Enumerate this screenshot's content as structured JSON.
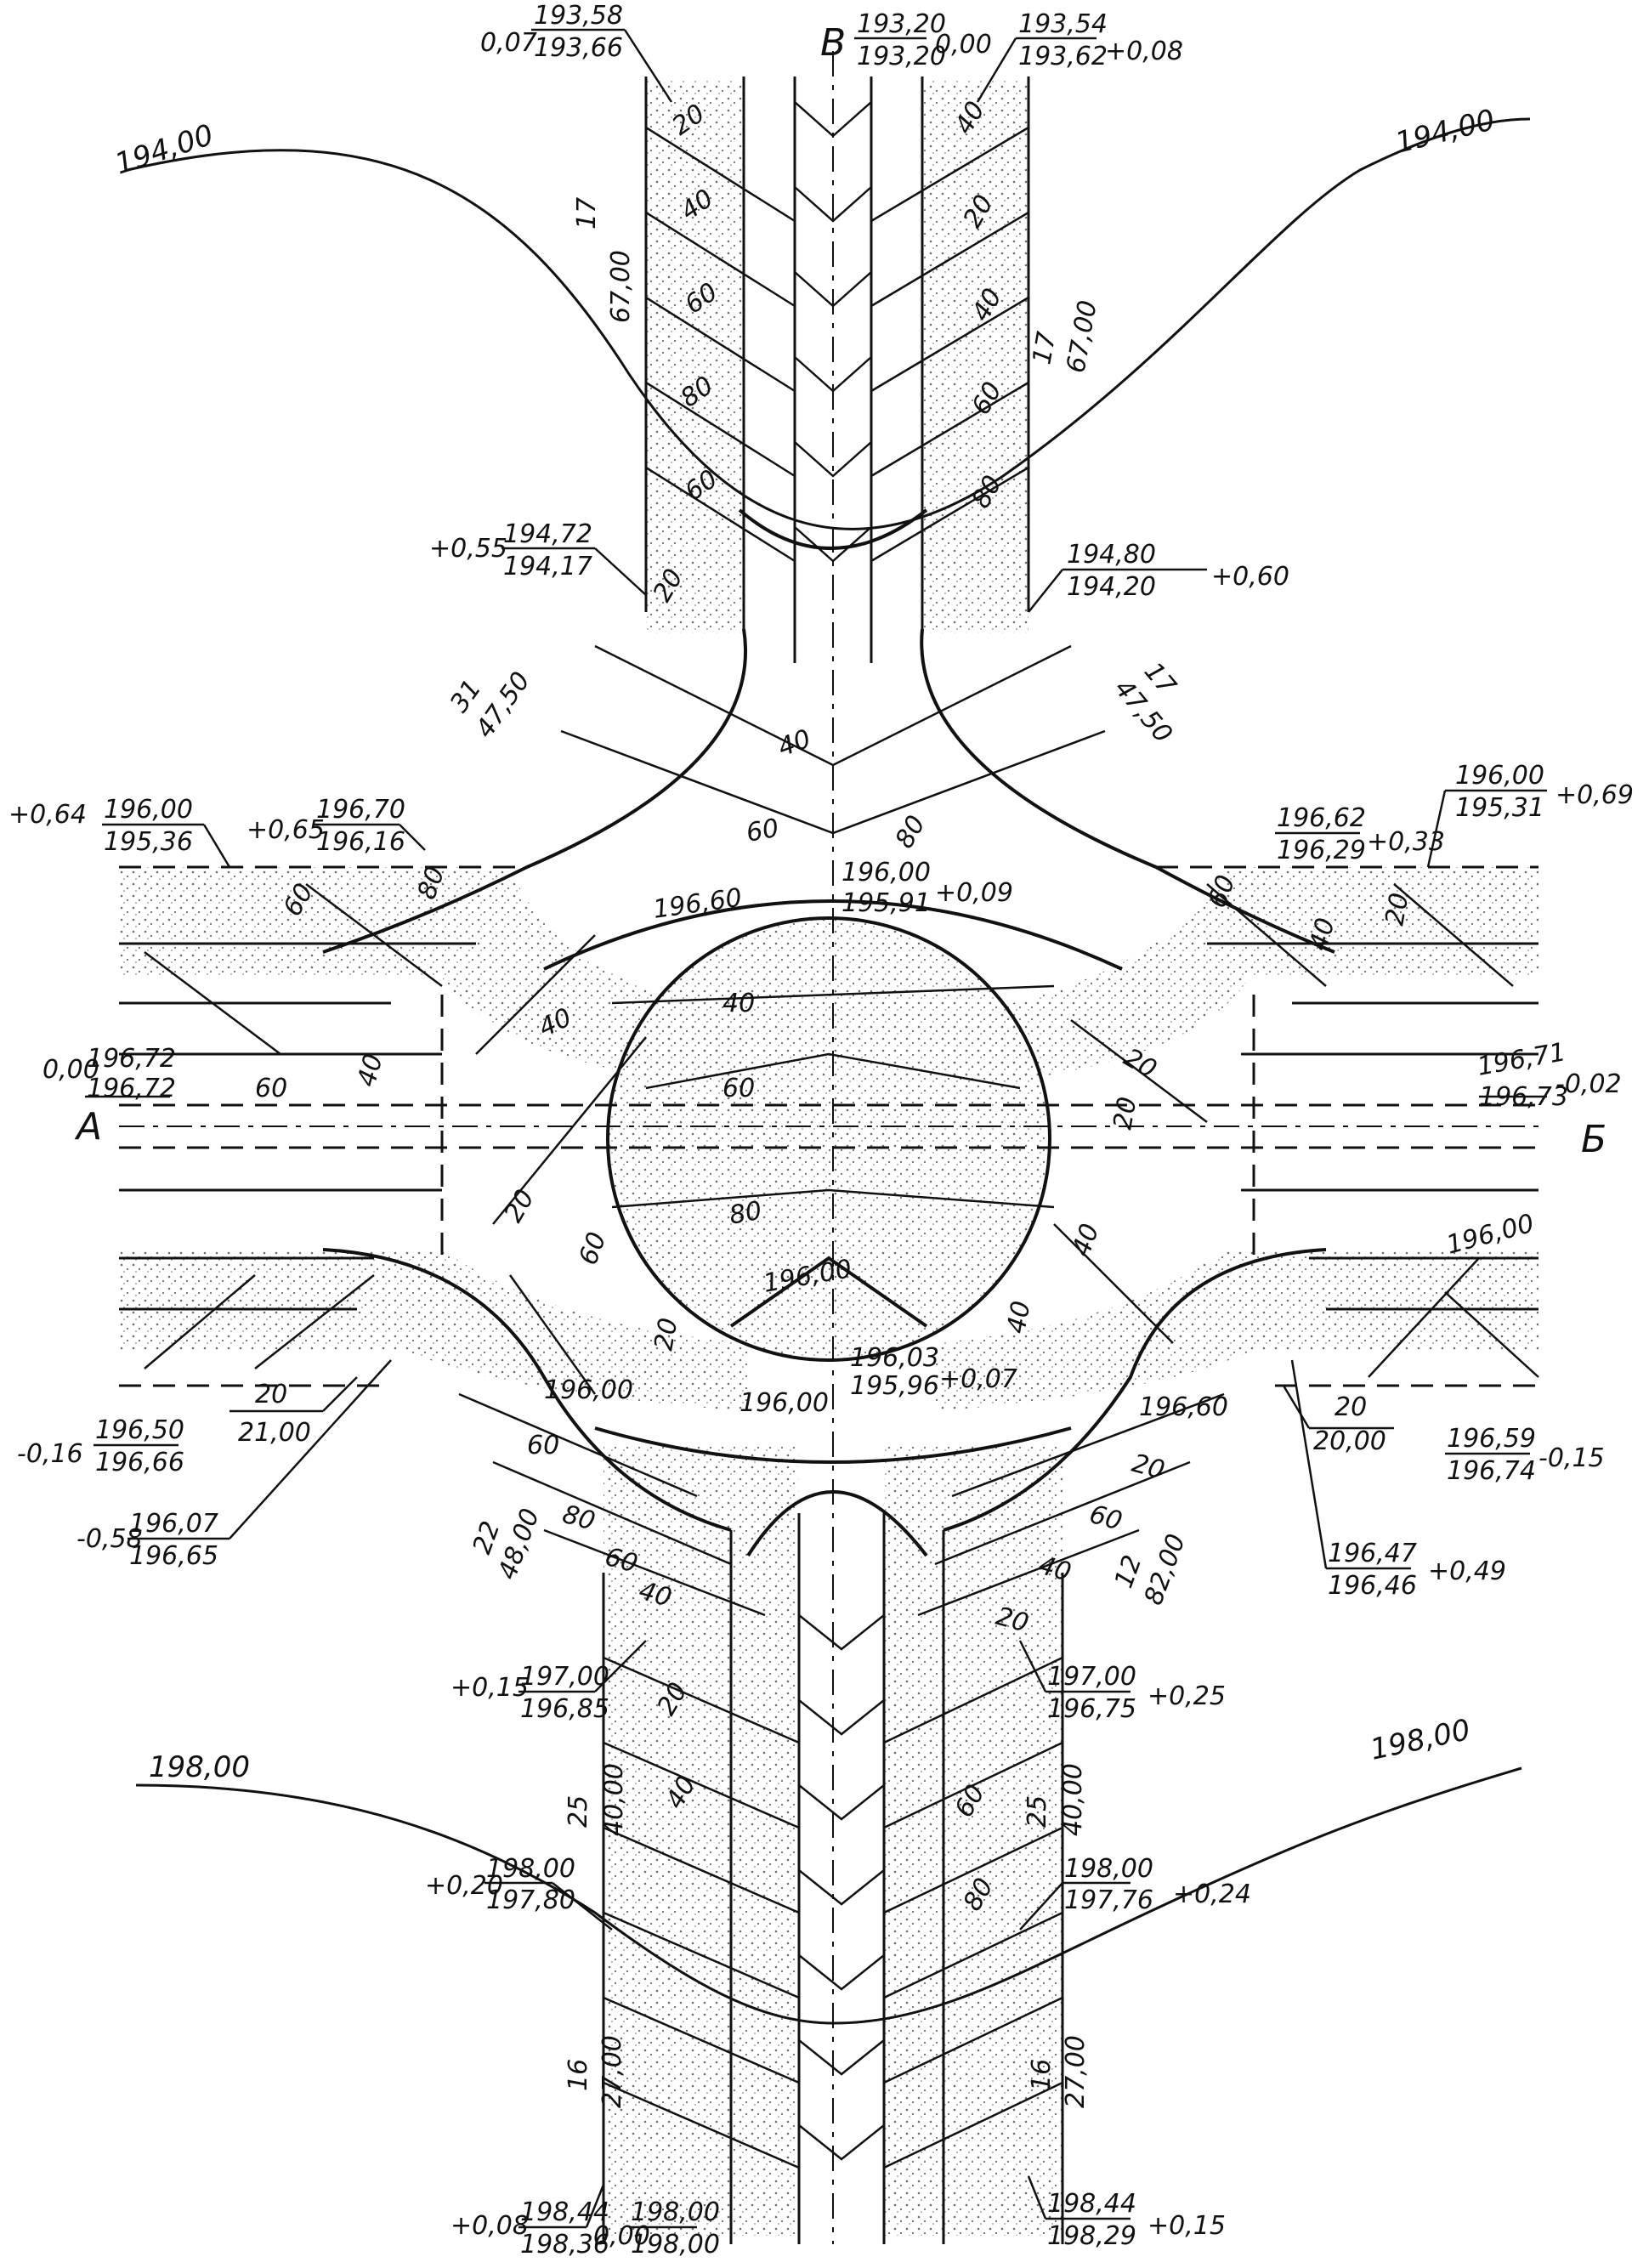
{
  "colors": {
    "ink": "#111111",
    "paper": "#ffffff",
    "stipple": "#6b6b6b"
  },
  "letters": {
    "a": "А",
    "b": "Б",
    "v": "В"
  },
  "contours": {
    "tl": "194,00",
    "tr": "194,00",
    "bl": "198,00",
    "br": "198,00"
  },
  "slopes": {
    "n1": "17",
    "n1v": "67,00",
    "n2": "17",
    "n2v": "67,00",
    "w1": "31",
    "w1v": "47,50",
    "e1": "17",
    "e1v": "47,50",
    "s1": "25",
    "s1v": "40,00",
    "s2": "25",
    "s2v": "40,00",
    "sw": "22",
    "swv": "48,00",
    "se": "12",
    "sev": "82,00",
    "sb1": "16",
    "sb1v": "27,00",
    "sb2": "16",
    "sb2v": "27,00",
    "c1": "20",
    "c1v": "21,00",
    "c2": "20",
    "c2v": "20,00"
  },
  "elevations": {
    "top_left": {
      "d": "0,07",
      "a": "193,58",
      "b": "193,66"
    },
    "top_mid": {
      "a": "193,20",
      "b": "193,20",
      "d": "0,00"
    },
    "top_right": {
      "a": "193,54",
      "b": "193,62",
      "d": "+0,08"
    },
    "upper_left": {
      "d": "+0,55",
      "a": "194,72",
      "b": "194,17"
    },
    "upper_right": {
      "a": "194,80",
      "b": "194,20",
      "d": "+0,60"
    },
    "left1": {
      "d": "+0,64",
      "a": "196,00",
      "b": "195,36"
    },
    "left2": {
      "d": "+0,65",
      "a": "196,70",
      "b": "196,16"
    },
    "right1": {
      "a": "196,62",
      "b": "196,29",
      "d": "+0,33"
    },
    "right2": {
      "a": "196,00",
      "b": "195,31",
      "d": "+0,69"
    },
    "center_top": {
      "a": "196,00",
      "b": "195,91",
      "d": "+0,09"
    },
    "ring_top": "196,60",
    "mid_left": {
      "d": "0,00",
      "a": "196,72",
      "b": "196,72"
    },
    "mid_right": {
      "a": "196,71",
      "b": "196,73",
      "d": "-0,02"
    },
    "low_left": {
      "d": "-0,16",
      "a": "196,50",
      "b": "196,66"
    },
    "low_left2": {
      "d": "-0,58",
      "a": "196,07",
      "b": "196,65"
    },
    "low_right": {
      "a": "196,59",
      "b": "196,74",
      "d": "-0,15"
    },
    "low_right2": {
      "a": "196,47",
      "b": "196,46",
      "d": "+0,49"
    },
    "center_bottom": {
      "a": "196,03",
      "b": "195,96",
      "d": "+0,07"
    },
    "ring_low_left": "196,00",
    "ring_low_right": "196,60",
    "ring_bottom": "196,00",
    "south_left": {
      "d": "+0,15",
      "a": "197,00",
      "b": "196,85"
    },
    "south_right": {
      "a": "197,00",
      "b": "196,75",
      "d": "+0,25"
    },
    "sb_left": {
      "d": "+0,20",
      "a": "198,00",
      "b": "197,80"
    },
    "sb_right": {
      "a": "198,00",
      "b": "197,76",
      "d": "+0,24"
    },
    "bot_left": {
      "d": "+0,08",
      "a": "198,44",
      "b": "198,36"
    },
    "bot_mid": {
      "a": "198,00",
      "b": "198,00",
      "d": "0,00"
    },
    "bot_right": {
      "a": "198,44",
      "b": "198,29",
      "d": "+0,15"
    },
    "misc_right": "196,00",
    "misc_left": "196,00"
  },
  "grades": [
    "20",
    "40",
    "60",
    "80",
    "60",
    "40",
    "20",
    "40",
    "60",
    "80",
    "20",
    "40",
    "60",
    "80",
    "60",
    "40",
    "20",
    "20",
    "40",
    "60",
    "80",
    "60",
    "40",
    "20",
    "40",
    "60",
    "20",
    "40",
    "60",
    "80",
    "20",
    "40",
    "60",
    "80",
    "60",
    "40",
    "20",
    "60",
    "40",
    "20",
    "20",
    "40",
    "60",
    "80"
  ]
}
